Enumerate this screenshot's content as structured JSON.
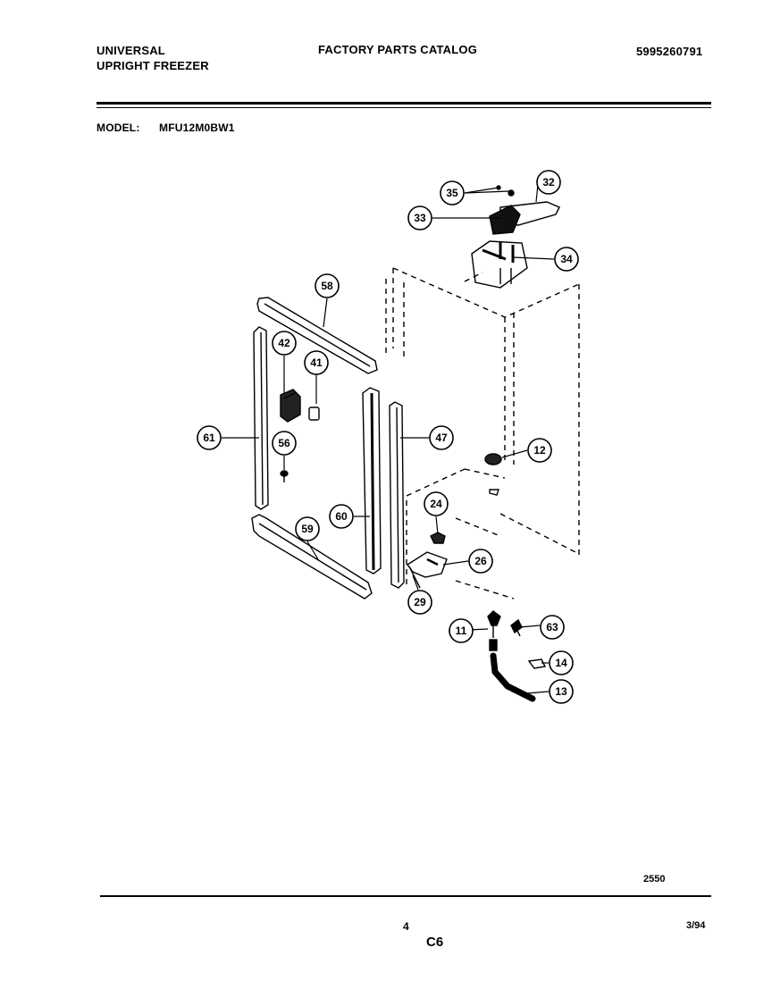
{
  "header": {
    "brand_line1": "UNIVERSAL",
    "brand_line2": "UPRIGHT FREEZER",
    "catalog_title": "FACTORY PARTS CATALOG",
    "catalog_number": "5995260791",
    "model_label": "MODEL:",
    "model_value": "MFU12M0BW1"
  },
  "callouts": {
    "p35": "35",
    "p32": "32",
    "p33": "33",
    "p34": "34",
    "p58": "58",
    "p42": "42",
    "p41": "41",
    "p61": "61",
    "p56": "56",
    "p47": "47",
    "p12": "12",
    "p24": "24",
    "p60": "60",
    "p59": "59",
    "p26": "26",
    "p29": "29",
    "p11": "11",
    "p63": "63",
    "p14": "14",
    "p13": "13"
  },
  "footer": {
    "drawing_number": "2550",
    "page_number": "4",
    "section_code": "C6",
    "date": "3/94"
  }
}
